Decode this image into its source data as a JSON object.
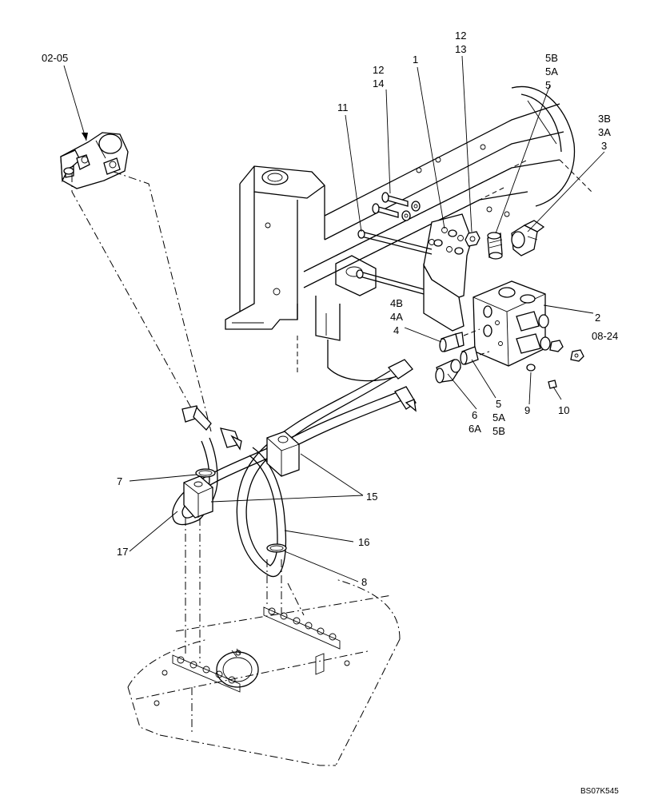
{
  "callouts": [
    {
      "id": "c-02-05",
      "lines": [
        "02-05"
      ]
    },
    {
      "id": "c-12-14",
      "lines": [
        "12",
        "14"
      ]
    },
    {
      "id": "c-1",
      "lines": [
        "1"
      ]
    },
    {
      "id": "c-12-13",
      "lines": [
        "12",
        "13"
      ]
    },
    {
      "id": "c-5b-5a-5-top",
      "lines": [
        "5B",
        "5A",
        "5"
      ]
    },
    {
      "id": "c-3b-3a-3",
      "lines": [
        "3B",
        "3A",
        "3"
      ]
    },
    {
      "id": "c-11",
      "lines": [
        "11"
      ]
    },
    {
      "id": "c-4b-4a-4",
      "lines": [
        "4B",
        "4A",
        "4"
      ]
    },
    {
      "id": "c-2-08-24",
      "lines": [
        "2",
        "08-24"
      ]
    },
    {
      "id": "c-5-5a-5b-bottom",
      "lines": [
        "5",
        "5A",
        "5B"
      ]
    },
    {
      "id": "c-6-6a",
      "lines": [
        "6",
        "6A"
      ]
    },
    {
      "id": "c-9",
      "lines": [
        "9"
      ]
    },
    {
      "id": "c-10",
      "lines": [
        "10"
      ]
    },
    {
      "id": "c-7",
      "lines": [
        "7"
      ]
    },
    {
      "id": "c-15",
      "lines": [
        "15"
      ]
    },
    {
      "id": "c-16",
      "lines": [
        "16"
      ]
    },
    {
      "id": "c-17",
      "lines": [
        "17"
      ]
    },
    {
      "id": "c-8",
      "lines": [
        "8"
      ]
    }
  ],
  "drawing_ref": "BS07K545"
}
